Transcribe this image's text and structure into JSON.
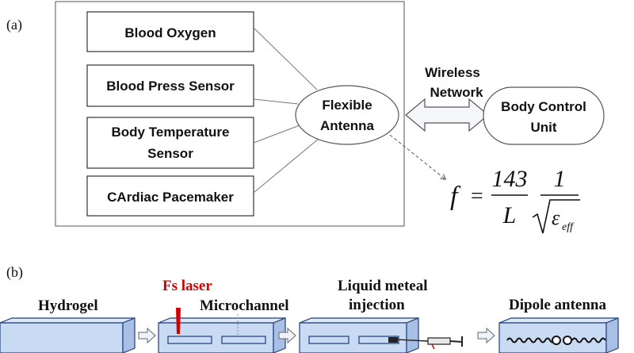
{
  "panel_a": {
    "label": "(a)",
    "sensors": [
      "Blood Oxygen",
      "Blood Press Sensor",
      "Body Temperature",
      "Sensor",
      "CArdiac Pacemaker"
    ],
    "antenna": [
      "Flexible",
      "Antenna"
    ],
    "network": [
      "Wireless",
      "Network"
    ],
    "control_unit": [
      "Body Control",
      "Unit"
    ],
    "formula": {
      "lhs": "f",
      "equals": "=",
      "numerator": "143",
      "denominator": "L",
      "one": "1",
      "epsilon": "ε",
      "subscript": "eff"
    }
  },
  "panel_b": {
    "label": "(b)",
    "laser": "Fs laser",
    "steps": [
      "Hydrogel",
      "Microchannel",
      "Liquid meteal",
      "injection",
      "Dipole antenna"
    ]
  },
  "colors": {
    "laser": "#d40000",
    "block_fill": "#c9daf3",
    "block_stroke": "#1f3f7a",
    "arrow_fill": "#eef3fb"
  }
}
